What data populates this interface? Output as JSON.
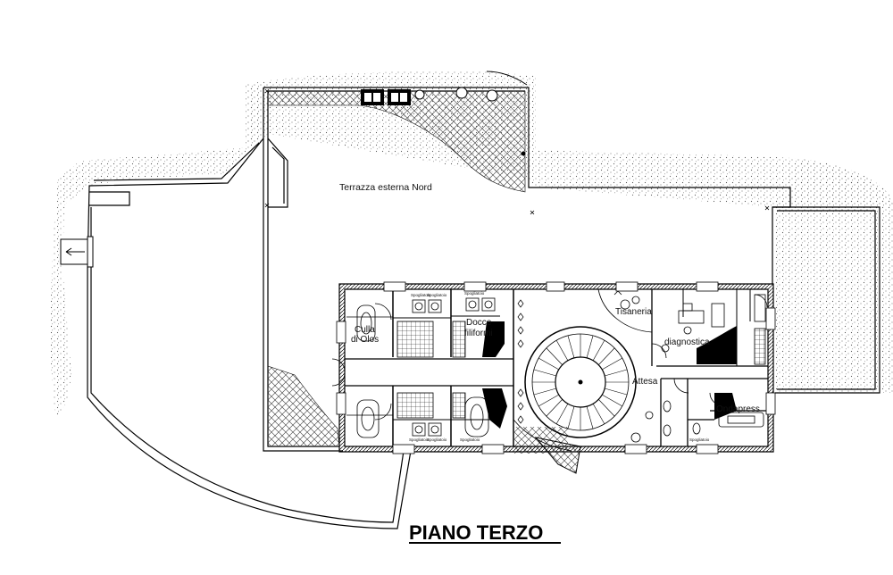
{
  "drawing": {
    "title": "PIANO TERZO"
  },
  "rooms": {
    "terrace_north": "Terrazza esterna Nord",
    "culla_di_olos_1": "Culla",
    "culla_di_olos_2": "di Olos",
    "docce_filiformi_1": "Docce",
    "docce_filiformi_2": "filiformi",
    "tisaneria": "Tisaneria",
    "diagnostica": "diagnostica",
    "attesa": "Attesa",
    "ondapress": "Ondapress"
  },
  "small_labels": {
    "spogliatoio": "Spogliatoio"
  },
  "colors": {
    "line": "#000000",
    "gravel_dot": "#555555",
    "paving": "#444444"
  }
}
